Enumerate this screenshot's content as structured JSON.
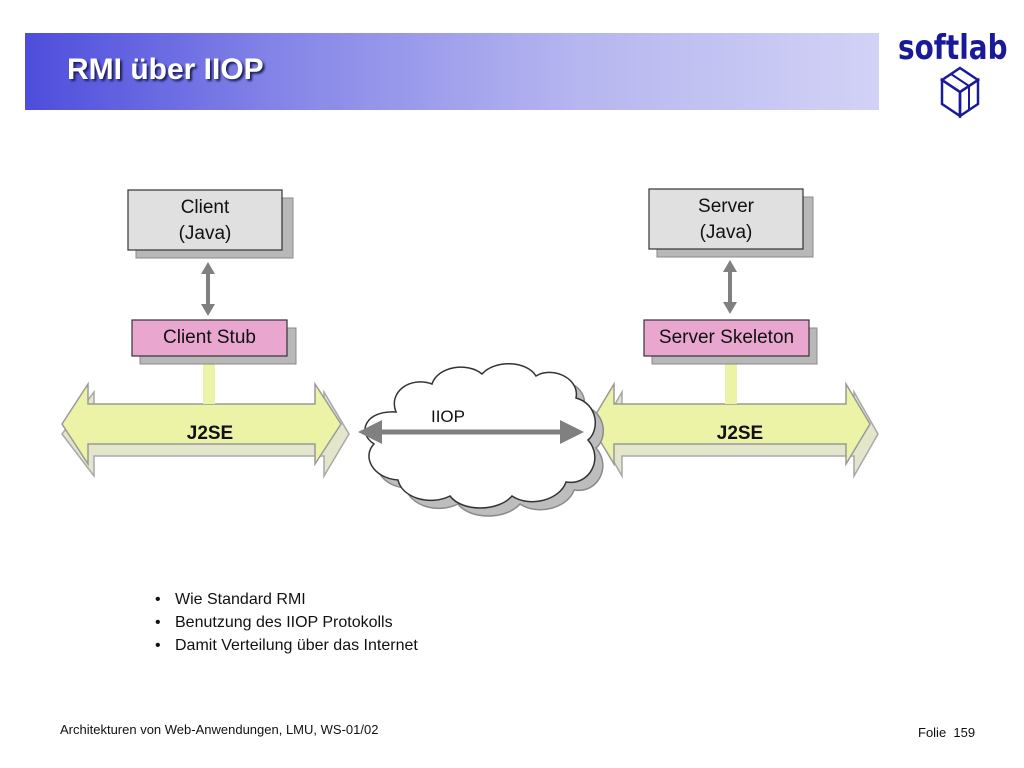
{
  "header": {
    "title": "RMI über IIOP"
  },
  "logo": {
    "text": "softlab"
  },
  "diagram": {
    "client_box": {
      "line1": "Client",
      "line2": "(Java)"
    },
    "server_box": {
      "line1": "Server",
      "line2": "(Java)"
    },
    "client_stub": "Client Stub",
    "server_skeleton": "Server Skeleton",
    "left_platform": "J2SE",
    "right_platform": "J2SE",
    "network_label": "IIOP"
  },
  "bullets": [
    "Wie Standard RMI",
    "Benutzung des IIOP Protokolls",
    "Damit Verteilung über das Internet"
  ],
  "footer": {
    "course": "Architekturen von Web-Anwendungen, LMU, WS-01/02",
    "slide_label": "Folie",
    "slide_number": "159"
  },
  "colors": {
    "title_bar_start": "#4d4ddc",
    "title_bar_end": "#d2d2f6",
    "stub_fill": "#e9a7d0",
    "platform_fill": "#edf3a6",
    "box_fill": "#e0e0e0",
    "logo": "#1a1a99"
  }
}
